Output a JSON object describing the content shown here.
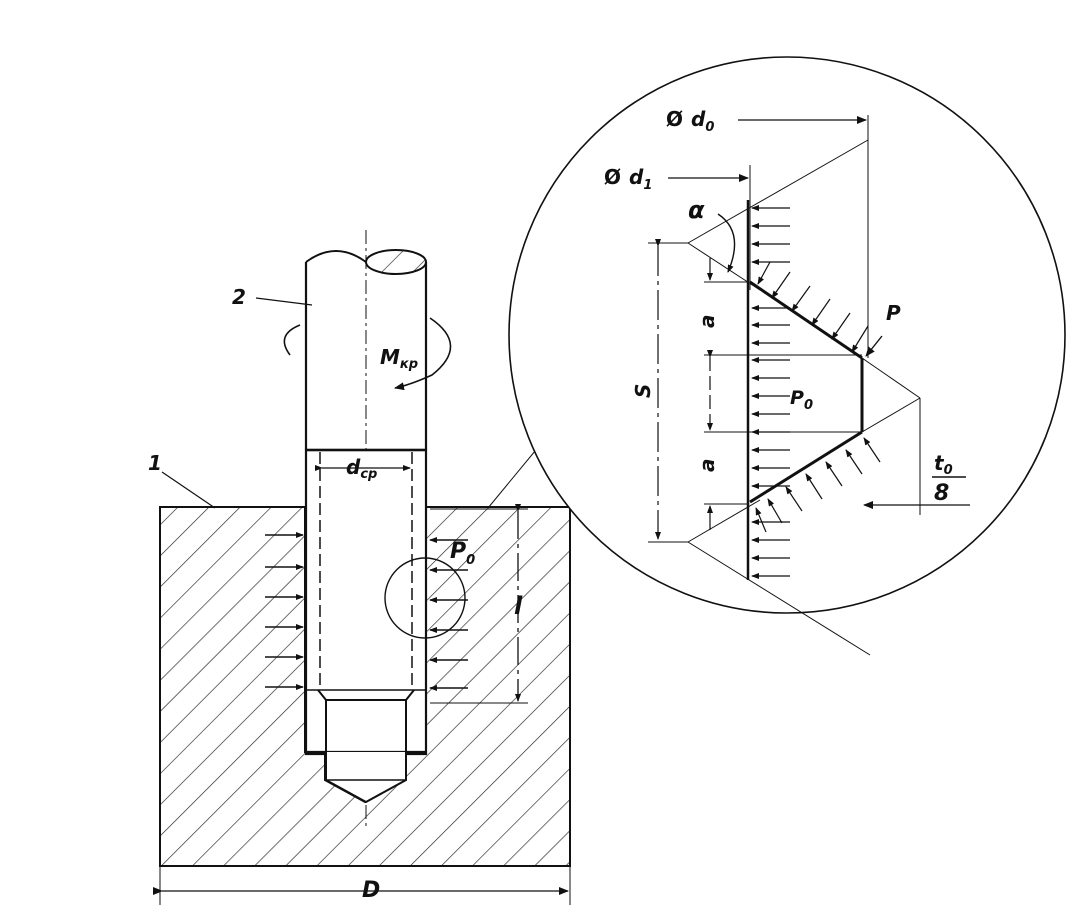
{
  "labels": {
    "part_workpiece": "1",
    "part_tool": "2",
    "torque": "M",
    "torque_sub": "кр",
    "mean_diameter": "d",
    "mean_diameter_sub": "ср",
    "pressure": "P",
    "pressure_sub": "0",
    "length": "l",
    "outer_size": "D",
    "diameter_outer": "Ø",
    "diameter_outer_letter": "d",
    "diameter_outer_sub": "0",
    "diameter_inner": "Ø",
    "diameter_inner_letter": "d",
    "diameter_inner_sub": "1",
    "angle": "α",
    "force": "P",
    "pitch": "S",
    "segment_upper": "a",
    "segment_lower": "a",
    "detail_pressure": "P",
    "detail_pressure_sub": "0",
    "fraction_numerator": "t",
    "fraction_numerator_sub": "0",
    "fraction_denominator": "8"
  },
  "colors": {
    "ink": "#111111",
    "hatch": "#222222",
    "background": "#ffffff"
  }
}
